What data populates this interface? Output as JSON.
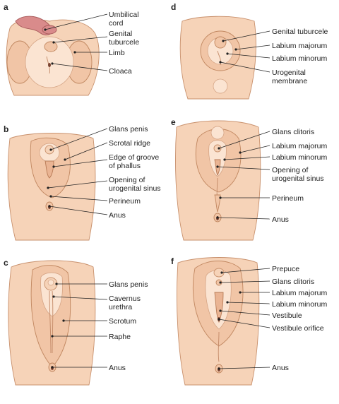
{
  "panels": [
    {
      "letter": "a",
      "labels": [
        "Umbilical cord",
        "Genital tuburcele",
        "Limb",
        "Cloaca"
      ]
    },
    {
      "letter": "b",
      "labels": [
        "Glans penis",
        "Scrotal ridge",
        "Edge of groove of phallus",
        "Opening of urogenital sinus",
        "Perineum",
        "Anus"
      ]
    },
    {
      "letter": "c",
      "labels": [
        "Glans penis",
        "Cavernus urethra",
        "Scrotum",
        "Raphe",
        "Anus"
      ]
    },
    {
      "letter": "d",
      "labels": [
        "Genital tuburcele",
        "Labium majorum",
        "Labium minorum",
        "Urogenital membrane"
      ]
    },
    {
      "letter": "e",
      "labels": [
        "Glans clitoris",
        "Labium majorum",
        "Labium minorum",
        "Opening of urogenital sinus",
        "Perineum",
        "Anus"
      ]
    },
    {
      "letter": "f",
      "labels": [
        "Prepuce",
        "Glans clitoris",
        "Labium majorum",
        "Labium minorum",
        "Vestibule",
        "Vestibule orifice",
        "Anus"
      ]
    }
  ],
  "text": {
    "a": {
      "l1a": "Umbilical",
      "l1b": "cord",
      "l2a": "Genital",
      "l2b": "tuburcele",
      "l3": "Limb",
      "l4": "Cloaca"
    },
    "b": {
      "l1": "Glans penis",
      "l2": "Scrotal ridge",
      "l3a": "Edge of groove",
      "l3b": "of phallus",
      "l4a": "Opening of",
      "l4b": "urogenital sinus",
      "l5": "Perineum",
      "l6": "Anus"
    },
    "c": {
      "l1": "Glans penis",
      "l2a": "Cavernus",
      "l2b": "urethra",
      "l3": "Scrotum",
      "l4": "Raphe",
      "l5": "Anus"
    },
    "d": {
      "l1": "Genital tuburcele",
      "l2": "Labium majorum",
      "l3": "Labium minorum",
      "l4a": "Urogenital",
      "l4b": "membrane"
    },
    "e": {
      "l1": "Glans clitoris",
      "l2": "Labium majorum",
      "l3": "Labium minorum",
      "l4a": "Opening of",
      "l4b": "urogenital sinus",
      "l5": "Perineum",
      "l6": "Anus"
    },
    "f": {
      "l1": "Prepuce",
      "l2": "Glans clitoris",
      "l3": "Labium majorum",
      "l4": "Labium minorum",
      "l5": "Vestibule",
      "l6": "Vestibule orifice",
      "l7": "Anus"
    }
  },
  "colors": {
    "skin": "#f6d3b8",
    "skin_shadow": "#eab493",
    "outline": "#c8906c",
    "cord": "#d98b8b",
    "text": "#222222"
  }
}
